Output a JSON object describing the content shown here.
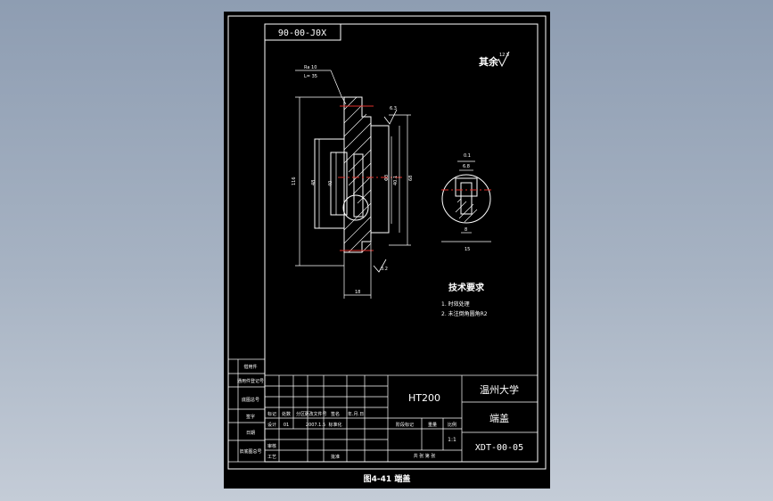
{
  "drawing": {
    "corner_code": "90-00-J0X",
    "surface_note": "其余",
    "surface_symbol_value": "12.5",
    "dimensions": {
      "callout_top_1": "Ra 10",
      "callout_top_2": "L= 35",
      "left_vertical": "116",
      "inner_vertical": "48",
      "bore_vertical": "40",
      "right_small": "Φ3",
      "right_small_2": "40.1",
      "right_outer": "68",
      "bottom_width": "18",
      "roughness_top": "6.3",
      "roughness_bottom": "3.2",
      "side_dim_top": "0.1",
      "side_dim_slot": "6.8",
      "side_dim_bottom": "15",
      "side_dim_small": "8"
    },
    "tech_title": "技术要求",
    "tech_items": [
      "1. 时效处理",
      "2. 未注倒角圆角R2"
    ]
  },
  "left_column": [
    "借用件",
    "通用件登记号",
    "底图总号",
    "签字",
    "日期",
    "旧底图总号"
  ],
  "title_block": {
    "material": "HT200",
    "school": "温州大学",
    "part_name": "端盖",
    "drawing_no": "XDT-00-05",
    "scale": "1:1",
    "revision_row": [
      "标记",
      "处数",
      "分区",
      "更改文件号",
      "签名",
      "年.月.日"
    ],
    "sign_row": [
      "设计",
      "01",
      "2007.1.5",
      "标准化"
    ],
    "other_row": [
      "审核",
      "工艺",
      "批准"
    ],
    "stage_header": [
      "阶段标记",
      "重量",
      "比例"
    ],
    "sheets_label": "共  张  第  张"
  },
  "caption": "图4-41 端盖"
}
